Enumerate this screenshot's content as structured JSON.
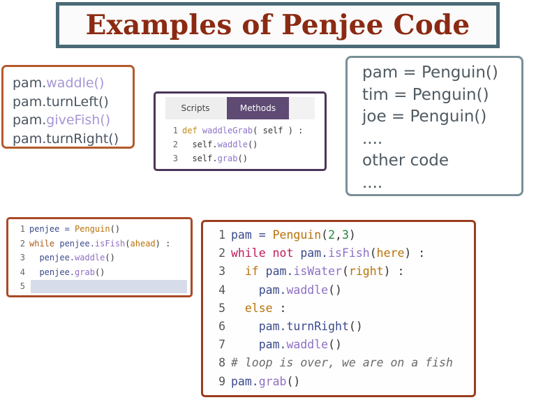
{
  "title": "Examples of Penjee Code",
  "commands": {
    "lines": [
      {
        "obj": "pam.",
        "method": "waddle()",
        "style": "lavender"
      },
      {
        "obj": "pam.",
        "method": "turnLeft()",
        "style": "dark"
      },
      {
        "obj": "pam.",
        "method": "giveFish()",
        "style": "lavender"
      },
      {
        "obj": "pam.",
        "method": "turnRight()",
        "style": "dark"
      }
    ]
  },
  "methods_panel": {
    "tabs": [
      "Scripts",
      "Methods"
    ],
    "active_tab": "Methods",
    "code": [
      {
        "num": "1",
        "kw": "def ",
        "fn": "waddleGrab",
        "rest": "( self ) :"
      },
      {
        "num": "2",
        "pre": "  self.",
        "fn": "waddle",
        "rest": "()"
      },
      {
        "num": "3",
        "pre": "  self.",
        "fn": "grab",
        "rest": "()"
      }
    ]
  },
  "objects": {
    "lines": [
      "pam = Penguin()",
      "tim = Penguin()",
      "joe = Penguin()",
      "....",
      "other code",
      "...."
    ]
  },
  "penjee_editor": {
    "lines": [
      {
        "num": "1",
        "a": "penjee = ",
        "b": "Penguin",
        "c": "()"
      },
      {
        "num": "2",
        "kw": "while",
        "a": " penjee.",
        "b": "isFish",
        "c": "(",
        "d": "ahead",
        "e": ") :"
      },
      {
        "num": "3",
        "a": "  penjee.",
        "b": "waddle",
        "c": "()"
      },
      {
        "num": "4",
        "a": "  penjee.",
        "b": "grab",
        "c": "()"
      },
      {
        "num": "5"
      }
    ]
  },
  "big_editor": {
    "lines": [
      {
        "num": "1"
      },
      {
        "num": "2"
      },
      {
        "num": "3"
      },
      {
        "num": "4"
      },
      {
        "num": "5"
      },
      {
        "num": "6"
      },
      {
        "num": "7"
      },
      {
        "num": "8"
      },
      {
        "num": "9"
      }
    ],
    "text": {
      "l1": {
        "a": "pam = ",
        "b": "Penguin",
        "c": "(",
        "d": "2",
        "e": ",",
        "f": "3",
        "g": ")"
      },
      "l2": {
        "a": "while",
        "b": " not ",
        "c": "pam.",
        "d": "isFish",
        "e": "(",
        "f": "here",
        "g": ") :"
      },
      "l3": {
        "a": "  if ",
        "b": "pam.",
        "c": "isWater",
        "d": "(",
        "e": "right",
        "f": ") :"
      },
      "l4": {
        "a": "    pam.",
        "b": "waddle",
        "c": "()"
      },
      "l5": {
        "a": "  else ",
        "b": ":"
      },
      "l6": {
        "a": "    pam.",
        "b": "turnRight",
        "c": "()"
      },
      "l7": {
        "a": "    pam.",
        "b": "waddle",
        "c": "()"
      },
      "l8": {
        "a": "# loop is over, we are on a fish"
      },
      "l9": {
        "a": "pam.",
        "b": "grab",
        "c": "()"
      }
    }
  },
  "colors": {
    "title": "#8b2a12",
    "title_border": "#4a6a76",
    "methods_tab_active": "#5e4a72"
  }
}
